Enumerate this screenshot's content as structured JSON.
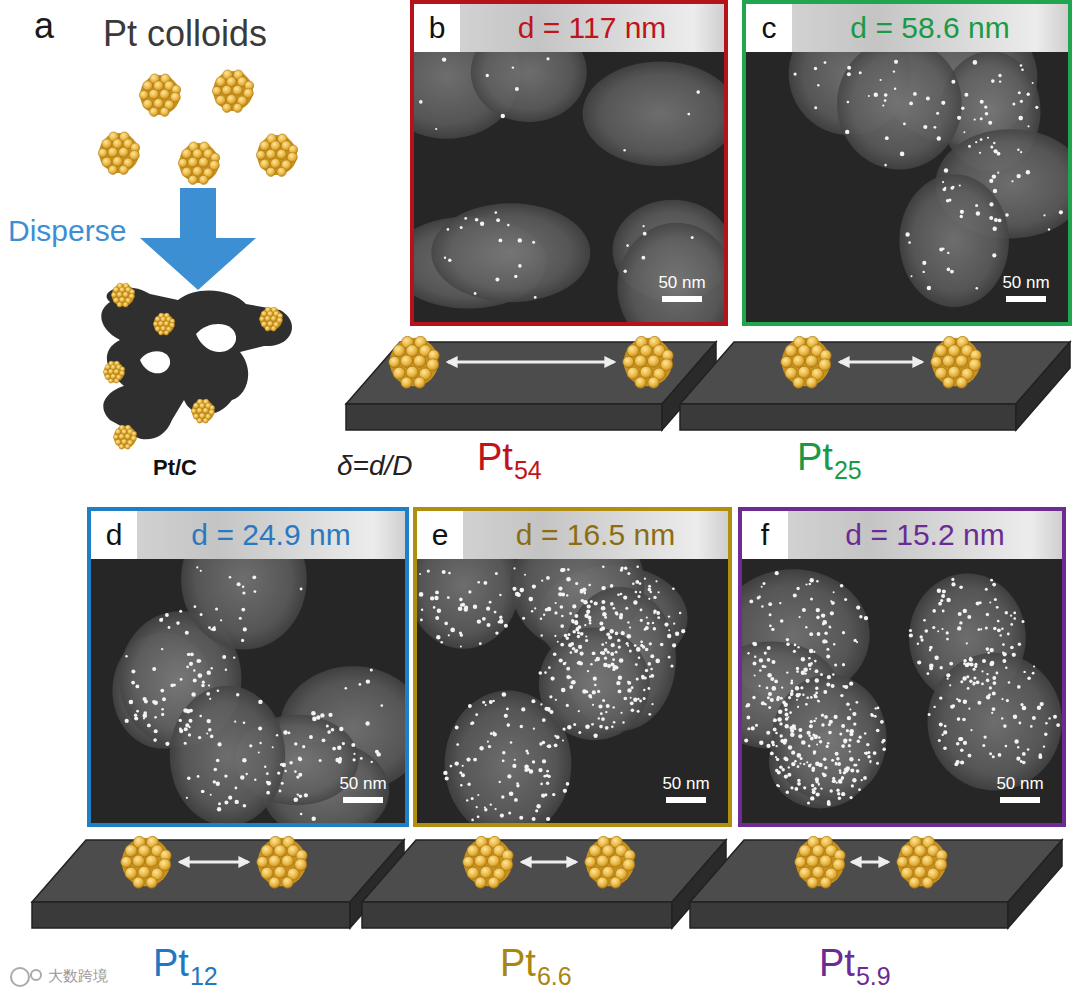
{
  "diagram": {
    "nodes": [
      {
        "text": [
          "b",
          "d = 117 nm",
          "50 nm"
        ]
      },
      {
        "text": [
          "c",
          "d = 58.6 nm",
          "50 nm"
        ]
      },
      {
        "text": [
          "d",
          "d = 24.9 nm",
          "50 nm"
        ]
      },
      {
        "text": [
          "e",
          "d = 16.5 nm",
          "50 nm"
        ]
      },
      {
        "text": [
          "f",
          "d = 15.2 nm",
          "50 nm"
        ]
      }
    ],
    "labels": [
      "a",
      "Pt colloids",
      "Disperse",
      "Pt/C",
      "Pt",
      "54",
      "Pt",
      "25",
      "δ=d/D",
      "Pt",
      "12",
      "Pt",
      "6.6",
      "Pt",
      "5.9",
      "大数跨境"
    ]
  }
}
